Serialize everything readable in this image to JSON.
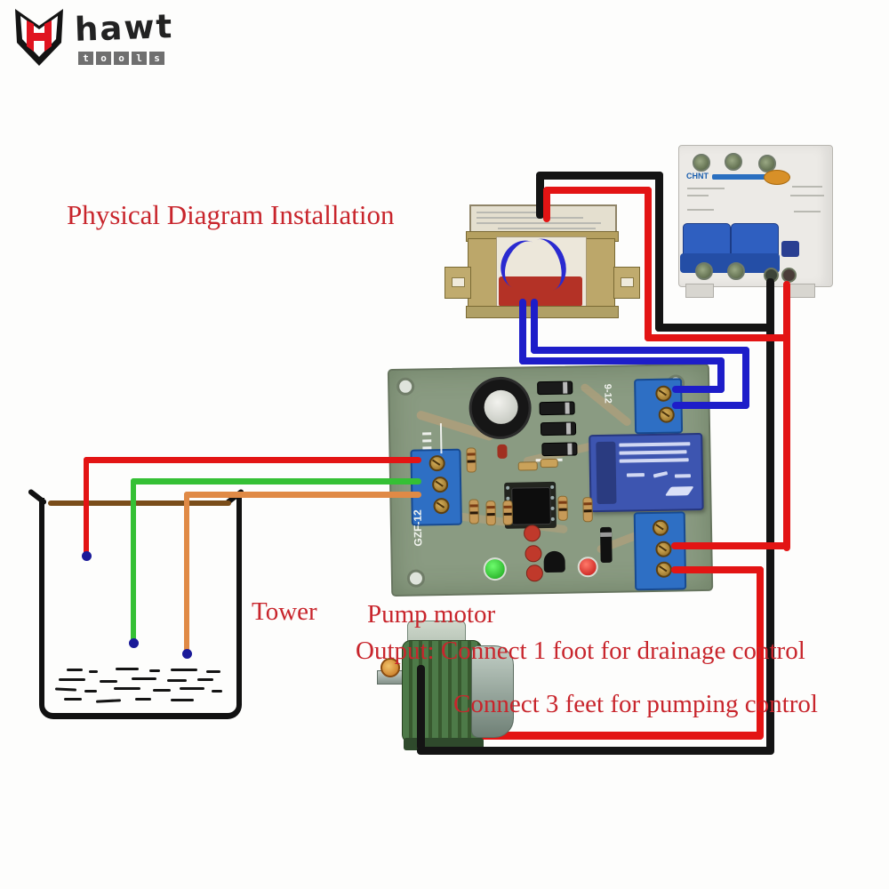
{
  "brand": {
    "name": "hawt",
    "tagline_letters": [
      "t",
      "o",
      "o",
      "l",
      "s"
    ]
  },
  "title": "Physical Diagram Installation",
  "annotations": {
    "tank_label": "Tower",
    "motor_label": "Pump motor",
    "output_line_1": "Output: Connect 1 foot for drainage control",
    "output_line_2": "Connect 3 feet for pumping control"
  },
  "components": {
    "circuit_breaker": {
      "brand": "CHNT"
    },
    "pcb": {
      "model_silkscreen": "GZF-12",
      "input_silkscreen": "9-12"
    }
  },
  "colors": {
    "accent_red_text": "#c8252c",
    "brand_red": "#e01420",
    "wire_red": "#e31414",
    "wire_black": "#141414",
    "wire_blue": "#1d1dc9",
    "wire_green": "#35c035",
    "wire_orange": "#e08a46",
    "tank_bar_brown": "#7a4d1a",
    "probe_dot_navy": "#1a1a99",
    "pcb_green": "#8a9b82",
    "terminal_blue": "#2e6fc4",
    "relay_blue": "#3d55b0",
    "breaker_toggle_blue": "#2f5fc0"
  }
}
